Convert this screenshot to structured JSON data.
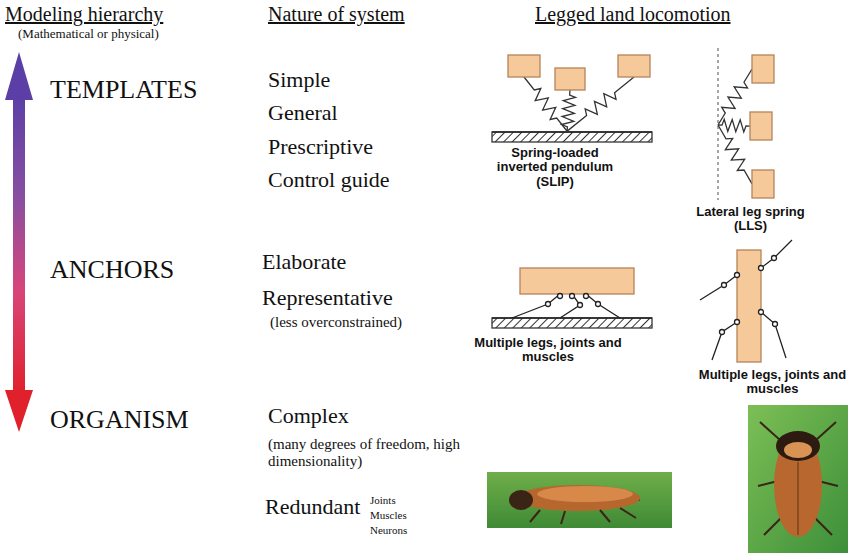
{
  "diagram": {
    "labels": [
      "Modeling hierarchy",
      "(Mathematical or physical)",
      "Nature of system",
      "Legged land locomotion",
      "TEMPLATES",
      "Simple",
      "General",
      "Prescriptive",
      "Control guide",
      "Spring-loaded inverted pendulum (SLIP)",
      "Lateral leg spring (LLS)",
      "ANCHORS",
      "Elaborate",
      "Representative",
      "(less overconstrained)",
      "Multiple legs, joints and muscles",
      "Multiple legs, joints and muscles",
      "ORGANISM",
      "Complex",
      "(many degrees of freedom, high dimensionality)",
      "Redundant",
      "Joints",
      "Muscles",
      "Neurons"
    ]
  }
}
